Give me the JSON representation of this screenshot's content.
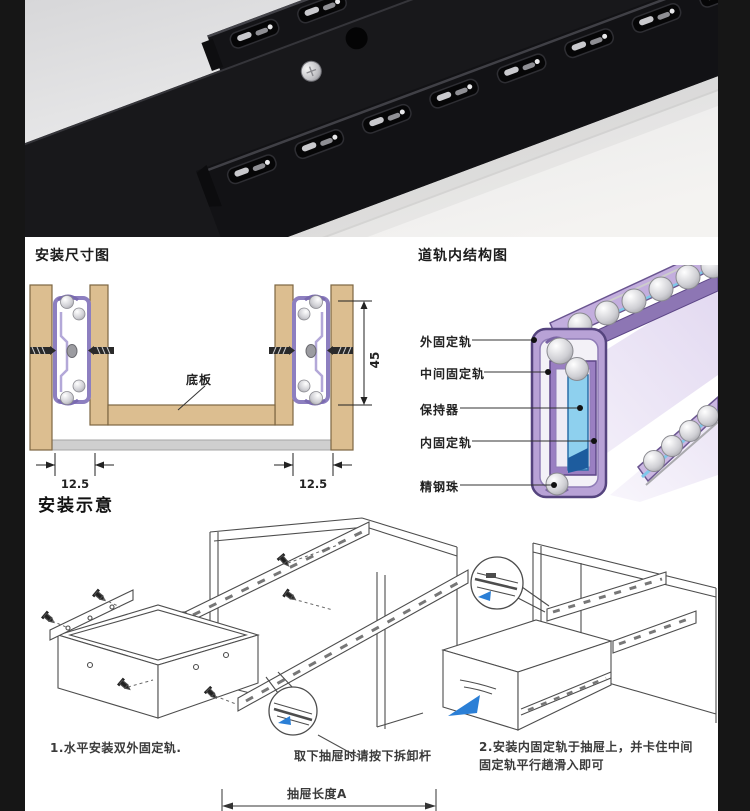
{
  "dimension_diagram": {
    "title": "安装尺寸图",
    "bottom_plate_label": "底板",
    "height_dim": "45",
    "left_dim": "12.5",
    "right_dim": "12.5"
  },
  "structure_diagram": {
    "title": "道轨内结构图",
    "labels": [
      {
        "label": "外固定轨"
      },
      {
        "label": "中间固定轨"
      },
      {
        "label": "保持器"
      },
      {
        "label": "内固定轨"
      },
      {
        "label": "精钢珠"
      }
    ]
  },
  "installation": {
    "title": "安装示意",
    "step1_caption": "1.水平安装双外固定轨.",
    "detach_note": "取下抽屉时请按下拆卸杆",
    "step2_caption_line1": "2.安装内固定轨于抽屉上，并卡住中间",
    "step2_caption_line2": "固定轨平行趟滑入即可",
    "drawer_length_label": "抽屉长度A"
  },
  "colors": {
    "rail_purple": "#9688c6",
    "retainer_blue": "#8ed0ee",
    "wood": "#dcbe90",
    "arrow_blue": "#2b7fd6",
    "photo_background": "#e7e7e8",
    "rail_black": "#141417"
  }
}
